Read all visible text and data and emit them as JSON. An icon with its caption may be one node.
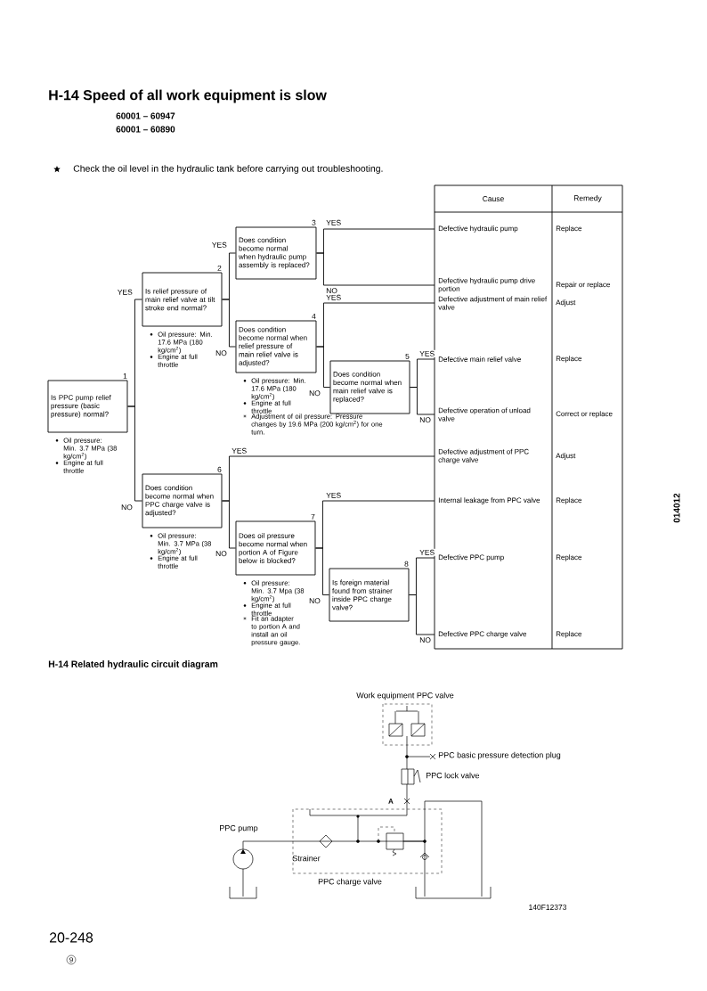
{
  "diagram": {
    "title": "H-14 Speed of all work equipment is slow",
    "nodes": [
      {
        "text": [
          "Is PPC pump relief pressure (basic pressure) normal?"
        ],
        "beside": [
          "1",
          "Oil pressure: Min. 3.7 MPa (38 kg/cm$^{2}$)",
          "Engine at full throttle"
        ]
      },
      {
        "text": [
          "Is relief pressure of main relief valve at tilt stroke end normal?"
        ],
        "beside": [
          "2",
          "Oil pressure: Min. 17.6 MPa (180 kg/cm$^{2}$)",
          "Engine at full throttle"
        ]
      },
      {
        "text": [
          "Does condition become normal when hydraulic pump assembly is replaced?"
        ],
        "beside": [
          "3"
        ]
      },
      {
        "text": [
          "Does condition become normal when relief pressure of main relief valve is adjusted?"
        ],
        "beside": [
          "4",
          "Oil pressure: Min. 17.6 MPa (180 kg/cm$^{2}$)",
          "Engine at full throttle",
          "Adjustment of oil pressure: Pressure changes by 19.6 MPa (200 kg/cm$^{2}$) for one turn."
        ]
      },
      {
        "text": [
          "Does condition become normal when main relief valve is replaced?"
        ],
        "beside": [
          "5"
        ]
      },
      {
        "text": [
          "Does condition become normal when PPC charge valve is adjusted?"
        ],
        "beside": [
          "6",
          "Oil pressure: Min. 3.7 MPa (38 kg/cm$^{2}$)",
          "Engine at full throttle"
        ]
      },
      {
        "text": [
          "Does oil pressure become normal when portion A of Figure below is blocked?"
        ],
        "beside": [
          "7",
          "Oil pressure: Min. 3.7 Mpa (38 kg/cm$^{2}$)",
          "Engine at full throttle",
          "Fit an adapter to portion A and install an oil pressure gauge."
        ]
      },
      {
        "text": [
          "Is foreign material found from strainer inside PPC charge valve?"
        ],
        "beside": [
          "8"
        ]
      },
      {
        "text": [
          "Defective hydraulic pump",
          "Replace"
        ]
      },
      {
        "text": [
          "Defective hydraulic pump drive portion",
          "Repair or replace"
        ]
      },
      {
        "text": [
          "Defective adjustment of main relief valve",
          "Adjust"
        ]
      },
      {
        "text": [
          "Defective main relief valve",
          "Replace"
        ]
      },
      {
        "text": [
          "Defective operation of unload valve",
          "Correct or replace"
        ]
      },
      {
        "text": [
          "Defective adjustment of PPC charge valve",
          "Adjust"
        ]
      },
      {
        "text": [
          "Internal leakage from PPC valve",
          "Replace"
        ]
      },
      {
        "text": [
          "Defective PPC pump",
          "Replace"
        ]
      },
      {
        "text": [
          "Defective PPC charge valve",
          "Replace"
        ]
      }
    ],
    "edges": [
      {
        "from": 0,
        "to": 1,
        "arrow": "none",
        "label": "YES"
      },
      {
        "from": 0,
        "to": 5,
        "arrow": "none",
        "label": "NO"
      },
      {
        "from": 1,
        "to": 2,
        "arrow": "none",
        "label": "YES"
      },
      {
        "from": 1,
        "to": 3,
        "arrow": "none",
        "label": "NO"
      },
      {
        "from": 2,
        "to": 8,
        "arrow": "none",
        "label": "YES"
      },
      {
        "from": 2,
        "to": 9,
        "arrow": "none",
        "label": "NO"
      },
      {
        "from": 3,
        "to": 10,
        "arrow": "none",
        "label": "YES"
      },
      {
        "from": 3,
        "to": 4,
        "arrow": "none",
        "label": "NO"
      },
      {
        "from": 4,
        "to": 11,
        "arrow": "none",
        "label": "YES"
      },
      {
        "from": 4,
        "to": 12,
        "arrow": "none",
        "label": "NO"
      },
      {
        "from": 5,
        "to": 13,
        "arrow": "none",
        "label": "YES"
      },
      {
        "from": 5,
        "to": 6,
        "arrow": "none",
        "label": "NO"
      },
      {
        "from": 6,
        "to": 14,
        "arrow": "none",
        "label": "YES"
      },
      {
        "from": 6,
        "to": 7,
        "arrow": "none",
        "label": "NO"
      },
      {
        "from": 7,
        "to": 15,
        "arrow": "none",
        "label": "YES"
      },
      {
        "from": 7,
        "to": 16,
        "arrow": "none",
        "label": "NO"
      }
    ],
    "labels": [
      "60001 – 60947",
      "60001 – 60890",
      "Check the oil level in the hydraulic tank before carrying out troubleshooting.",
      "Cause",
      "Remedy",
      "H-14 Related hydraulic circuit diagram",
      "Work equipment PPC valve",
      "PPC basic pressure detection plug",
      "PPC lock valve",
      "A",
      "PPC pump",
      "Strainer",
      "PPC charge valve",
      "140F12373",
      "014012",
      "20-248",
      "9"
    ]
  }
}
